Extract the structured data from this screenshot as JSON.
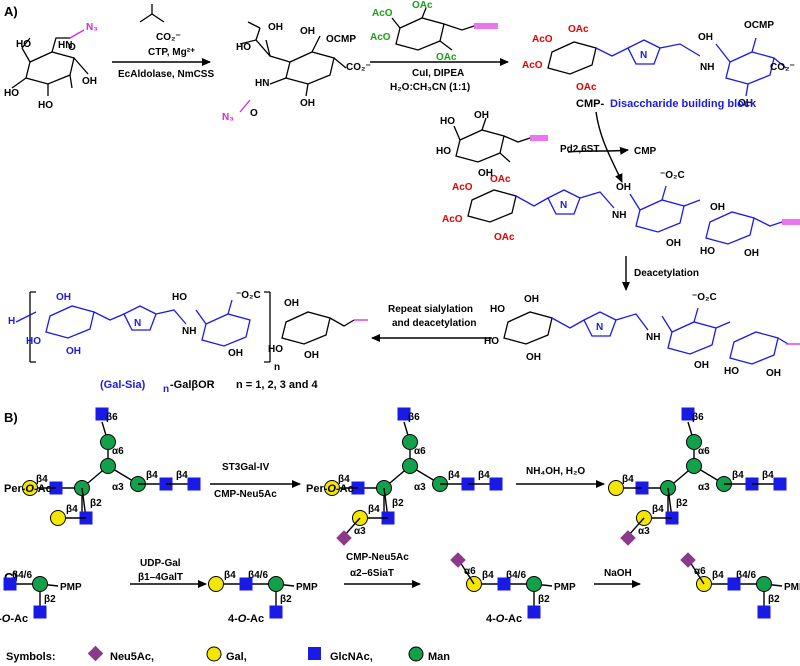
{
  "panels": {
    "a": "A)",
    "b": "B)",
    "c": "C)"
  },
  "panel_a": {
    "reagent_pyruvate": "CO₂⁻",
    "cond1_top": "CTP, Mg²⁺",
    "cond1_bottom": "EcAldolase, NmCSS",
    "cond2_top": "CuI, DIPEA",
    "cond2_bottom": "H₂O:CH₃CN (1:1)",
    "cmp_block_prefix": "CMP-",
    "cmp_block_name": "Disaccharide building block",
    "cond3": "Pd2,6ST",
    "byproduct": "CMP",
    "cond4": "Deacetylation",
    "cond5_line1": "Repeat sialylation",
    "cond5_line2": "and deacetylation",
    "product_formula": "(Gal-Sia)",
    "product_sub": "n",
    "product_suffix": "-GalβOR",
    "product_n": "n = 1, 2, 3 and 4",
    "bracket_n": "n",
    "labels": {
      "azide": "N₃",
      "ho": "HO",
      "oh": "OH",
      "nh": "HN",
      "ocmp": "OCMP",
      "co2": "CO₂⁻",
      "aco": "AcO",
      "oac": "OAc",
      "o": "O",
      "nh2": "NH",
      "n": "N",
      "h": "H",
      "co2top": "⁻O₂C"
    }
  },
  "panel_b": {
    "start_prefix": "Per-",
    "start_o": "O",
    "start_suffix": "-Ac",
    "cond1_top": "ST3Gal-IV",
    "cond1_bottom": "CMP-Neu5Ac",
    "cond2": "NH₄OH, H₂O",
    "linkages": {
      "b6": "β6",
      "a6": "α6",
      "b4": "β4",
      "a3": "α3",
      "b2": "β2"
    }
  },
  "panel_c": {
    "cond1_top": "UDP-Gal",
    "cond1_bottom": "β1–4GalT",
    "cond2_top": "CMP-Neu5Ac",
    "cond2_bottom": "α2–6SiaT",
    "cond3": "NaOH",
    "pmp": "PMP",
    "ac_prefix": "4-",
    "ac_o": "O",
    "ac_suffix": "-Ac",
    "linkages": {
      "b46": "β4/6",
      "b4": "β4",
      "b2": "β2",
      "a6": "α6"
    }
  },
  "symbols": {
    "title": "Symbols:",
    "neu5ac": "Neu5Ac,",
    "gal": "Gal,",
    "glcnac": "GlcNAc,",
    "man": "Man"
  },
  "colors": {
    "neu5ac": "#8b3a8b",
    "gal": "#f5e600",
    "glcnac": "#1a1ae6",
    "man": "#12a04a",
    "blue_text": "#1a1ae6",
    "acetyl_red": "#e60000",
    "acetyl_green": "#1a9e1a",
    "azide_magenta": "#e020e0"
  }
}
